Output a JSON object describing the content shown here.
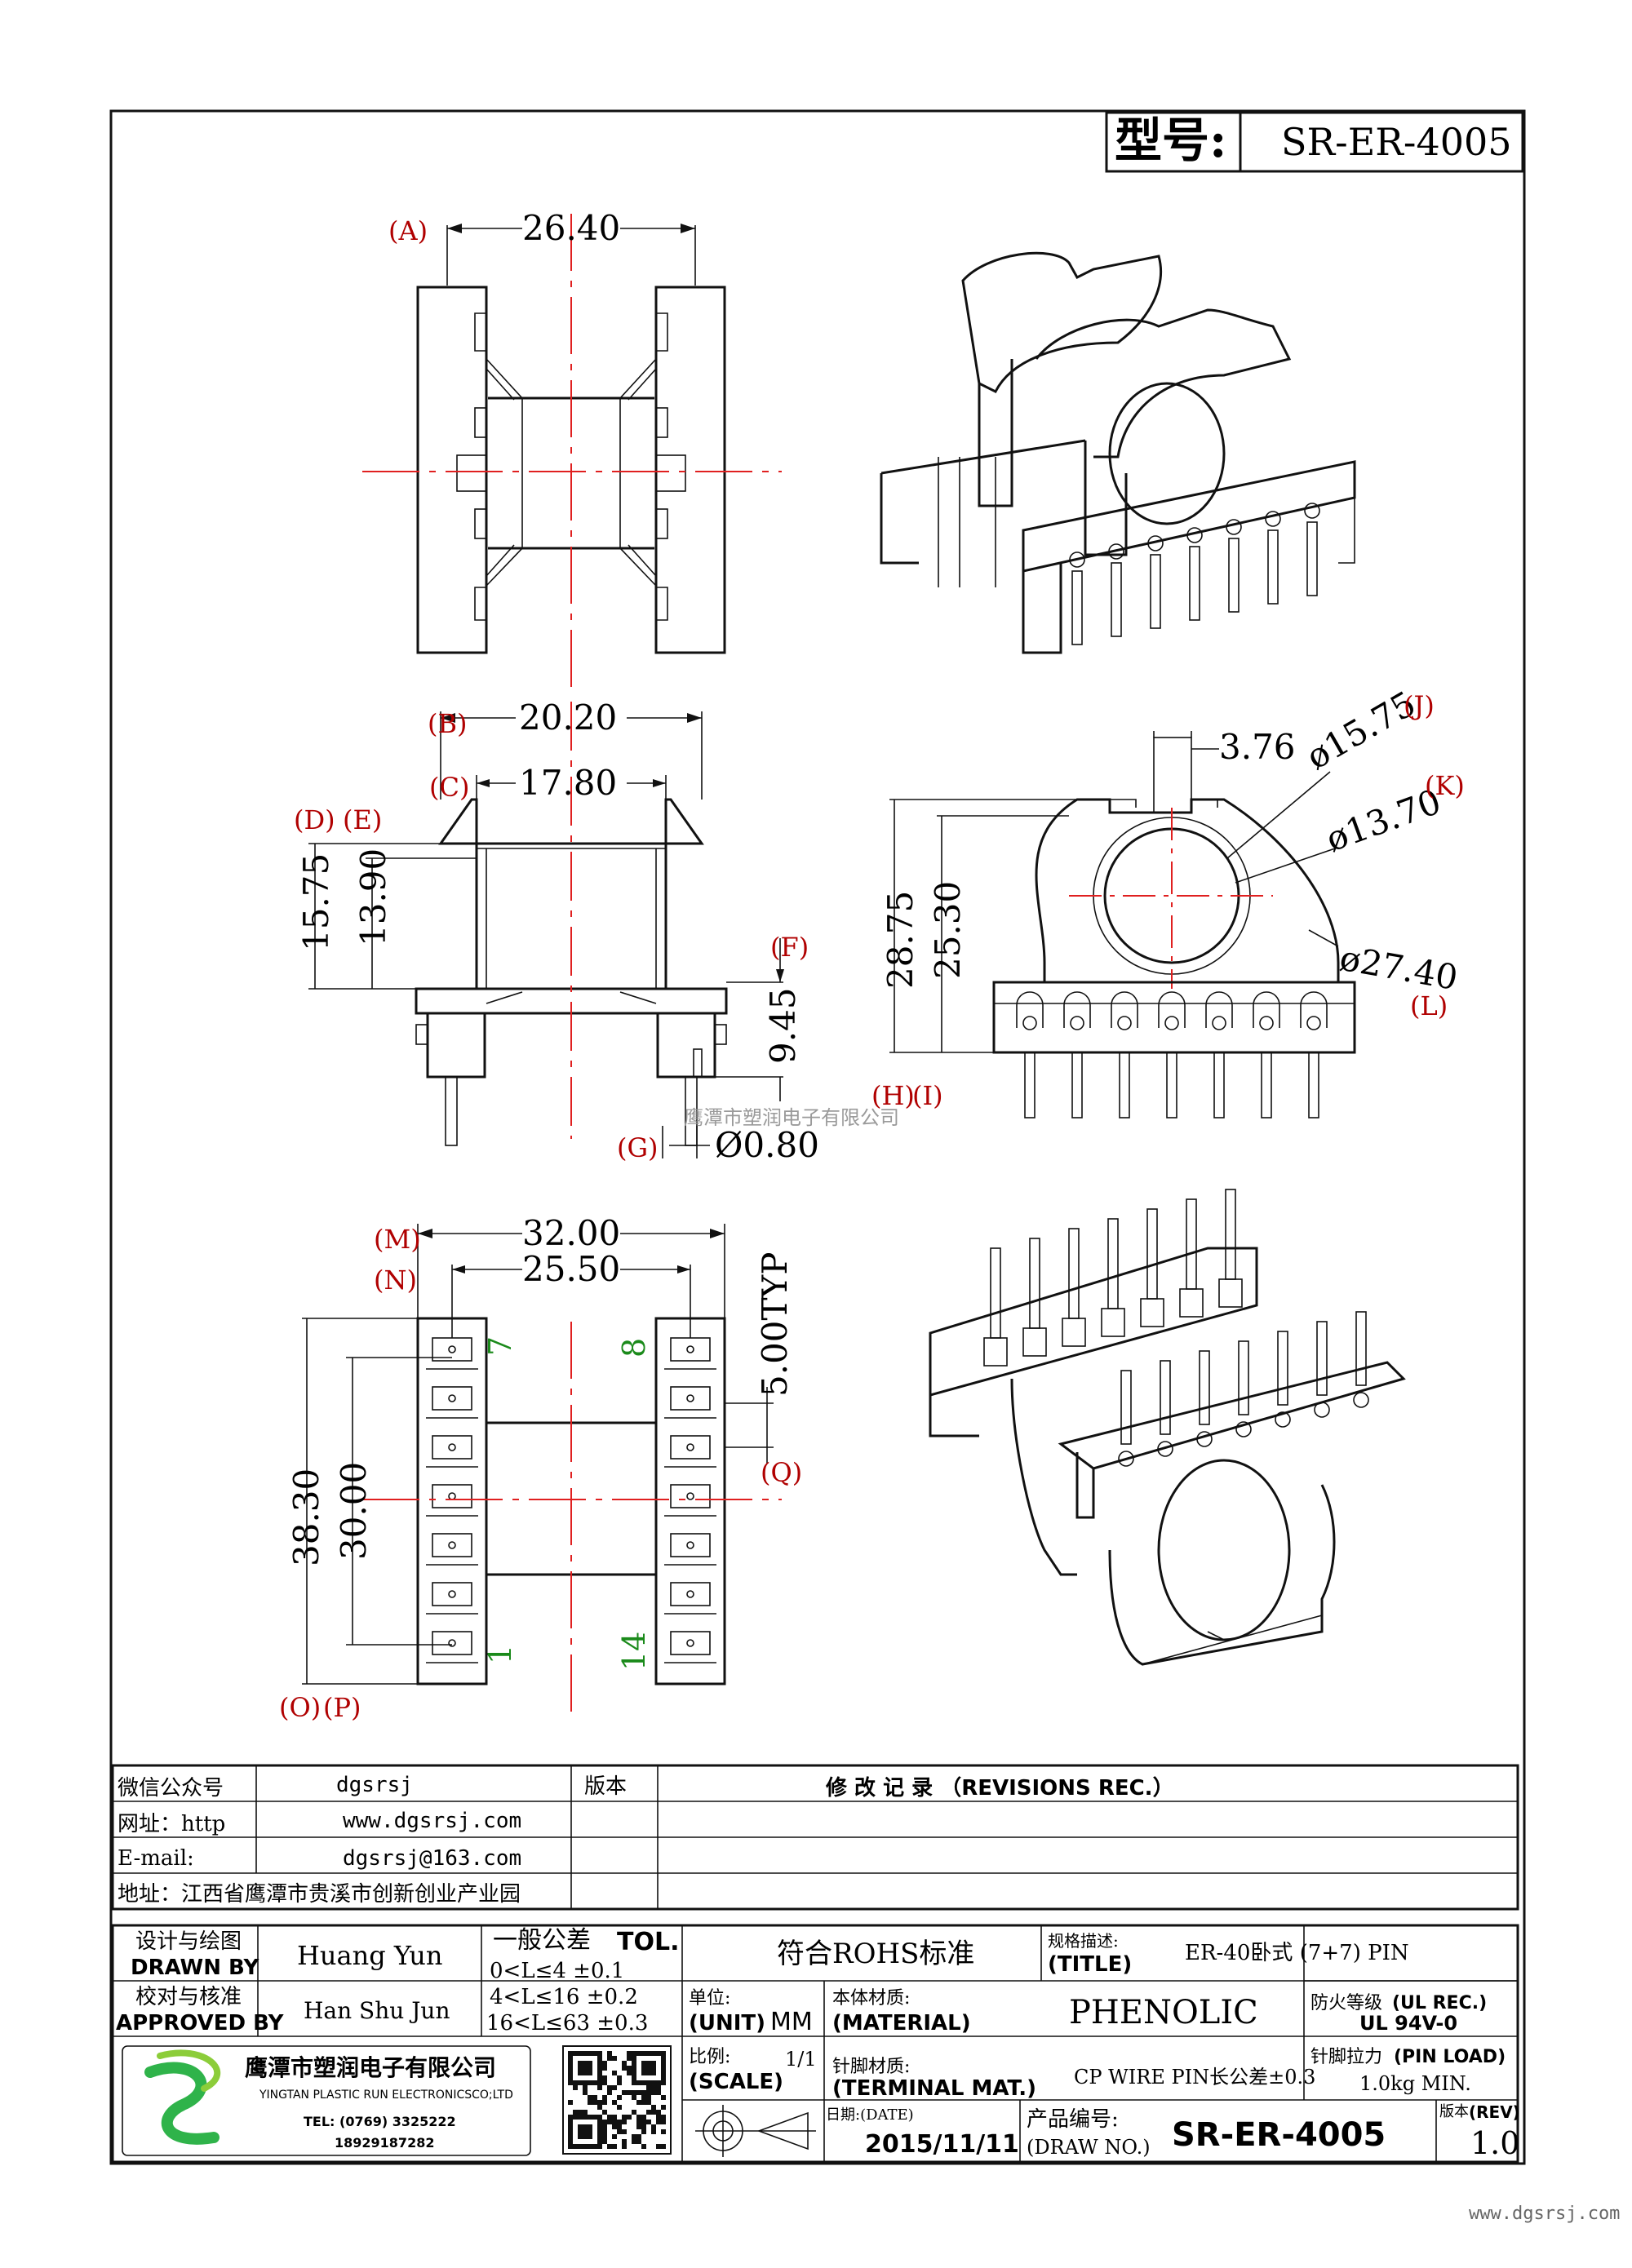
{
  "header": {
    "model_label": "型号:",
    "model_value": "SR-ER-4005"
  },
  "dims_top": {
    "ref_a": "(A)",
    "width": "26.40"
  },
  "dims_side": {
    "ref_b": "(B)",
    "ref_c": "(C)",
    "ref_d": "(D)",
    "ref_e": "(E)",
    "ref_f": "(F)",
    "ref_g": "(G)",
    "w1": "20.20",
    "w2": "17.80",
    "h1": "15.75",
    "h2": "13.90",
    "pin_h": "9.45",
    "pin_d": "Ø0.80"
  },
  "dims_front": {
    "ref_h": "(H)",
    "ref_i": "(I)",
    "ref_j": "(J)",
    "ref_k": "(K)",
    "ref_l": "(L)",
    "slot": "3.76",
    "d1": "ø15.75",
    "d2": "ø13.70",
    "d3": "ø27.40",
    "h1": "28.75",
    "h2": "25.30"
  },
  "dims_bottom": {
    "ref_m": "(M)",
    "ref_n": "(N)",
    "ref_o": "(O)",
    "ref_p": "(P)",
    "ref_q": "(Q)",
    "w1": "32.00",
    "w2": "25.50",
    "h1": "38.30",
    "h2": "30.00",
    "pitch": "5.00TYP",
    "pin_7": "7",
    "pin_8": "8",
    "pin_1": "1",
    "pin_14": "14"
  },
  "watermark": "鹰潭市塑润电子有限公司",
  "info": {
    "wechat_label": "微信公众号",
    "wechat_value": "dgsrsj",
    "web_label": "网址：http",
    "web_value": "www.dgsrsj.com",
    "email_label": "E-mail:",
    "email_value": "dgsrsj@163.com",
    "address": "地址：江西省鹰潭市贵溪市创新创业产业园",
    "version_label": "版本",
    "revisions": "修 改 记 录 （REVISIONS REC.）"
  },
  "title_block": {
    "designed_cn": "设计与绘图",
    "designed_en": "DRAWN BY",
    "designer": "Huang  Yun",
    "approved_cn": "校对与核准",
    "approved_en": "APPROVED BY",
    "approver": "Han Shu Jun",
    "tol_title": "一般公差",
    "tol_en": "TOL.",
    "tol_1": "0<L≤4   ±0.1",
    "tol_2": "4<L≤16  ±0.2",
    "tol_3": "16<L≤63 ±0.3",
    "rohs": "符合ROHS标准",
    "spec_cn": "规格描述:",
    "spec_en": "(TITLE)",
    "spec_value": "ER-40卧式 (7+7) PIN",
    "fire_cn": "防火等级",
    "fire_en": "(UL REC.)",
    "fire_value": "UL 94V-0",
    "unit_cn": "单位:",
    "unit_en": "(UNIT)",
    "unit_value": "MM",
    "material_cn": "本体材质:",
    "material_en": "(MATERIAL)",
    "material_value": "PHENOLIC",
    "scale_cn": "比例:",
    "scale_en": "(SCALE)",
    "scale_value": "1/1",
    "terminal_cn": "针脚材质:",
    "terminal_en": "(TERMINAL MAT.)",
    "terminal_value": "CP WIRE  PIN长公差±0.3",
    "pinload_cn": "针脚拉力",
    "pinload_en": "(PIN LOAD)",
    "pinload_value": "1.0kg MIN.",
    "date_label": "日期:(DATE)",
    "date_value": "2015/11/11",
    "drawno_cn": "产品编号:",
    "drawno_en": "(DRAW NO.)",
    "drawno_value": "SR-ER-4005",
    "rev_cn": "版本",
    "rev_en": "(REV)",
    "rev_value": "1.0",
    "company_cn": "鹰潭市塑润电子有限公司",
    "company_en": "YINGTAN PLASTIC RUN ELECTRONICSCO;LTD",
    "tel": "TEL: (0769) 3325222",
    "mobile": "18929187282"
  },
  "footer_url": "www.dgsrsj.com"
}
